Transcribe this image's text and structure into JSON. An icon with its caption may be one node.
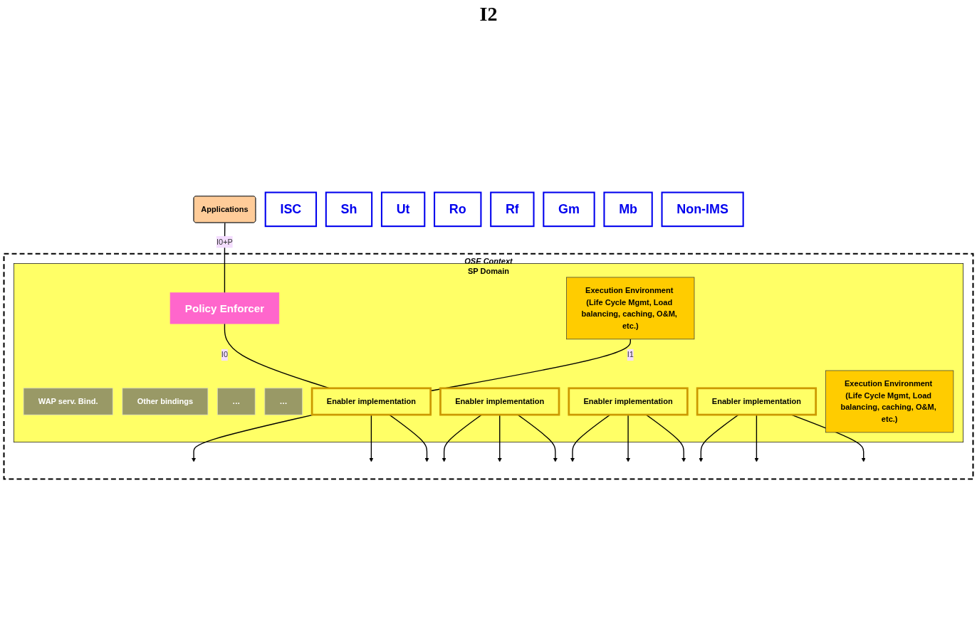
{
  "diagram": {
    "nodes": [
      {
        "text": [
          "Applications"
        ]
      },
      {
        "text": [
          "OSE Context"
        ]
      },
      {
        "text": [
          "SP Domain"
        ],
        "in": 1
      },
      {
        "text": [
          "Execution Environment (Life Cycle Mgmt, Load balancing, caching, O&M, etc.)"
        ],
        "in": 2
      },
      {
        "text": [
          "Policy Enforcer"
        ],
        "in": 2
      },
      {
        "text": [
          "WAP serv. Bind."
        ],
        "in": 2
      },
      {
        "text": [
          "Other bindings"
        ],
        "in": 2
      },
      {
        "text": [
          "…"
        ],
        "in": 2
      },
      {
        "text": [
          "…"
        ],
        "in": 2
      },
      {
        "text": [
          "Enabler implementation"
        ],
        "in": 2
      },
      {
        "text": [
          "Enabler implementation"
        ],
        "in": 2
      },
      {
        "text": [
          "Enabler implementation"
        ],
        "in": 2
      },
      {
        "text": [
          "Enabler implementation"
        ],
        "in": 2
      },
      {
        "text": [
          "Execution Environment (Life Cycle Mgmt, Load balancing, caching, O&M, etc.)"
        ],
        "in": 2
      },
      {
        "text": [
          "ISC"
        ]
      },
      {
        "text": [
          "Sh"
        ]
      },
      {
        "text": [
          "Ut"
        ]
      },
      {
        "text": [
          "Ro"
        ]
      },
      {
        "text": [
          "Rf"
        ]
      },
      {
        "text": [
          "Gm"
        ]
      },
      {
        "text": [
          "Mb"
        ]
      },
      {
        "text": [
          "Non-IMS"
        ]
      }
    ],
    "edges": [
      {
        "from": 0,
        "to": 4,
        "arrow": "none",
        "label": "I0+P"
      },
      {
        "from": 4,
        "to": 9,
        "arrow": "none",
        "label": "I0"
      },
      {
        "from": 3,
        "to": 9,
        "arrow": "none",
        "label": "I1"
      },
      {
        "from": 9,
        "to": null,
        "arrow": "to"
      },
      {
        "from": 9,
        "to": null,
        "arrow": "to"
      },
      {
        "from": 9,
        "to": null,
        "arrow": "to"
      },
      {
        "from": 10,
        "to": null,
        "arrow": "to"
      },
      {
        "from": 10,
        "to": null,
        "arrow": "to"
      },
      {
        "from": 10,
        "to": null,
        "arrow": "to"
      },
      {
        "from": 11,
        "to": null,
        "arrow": "to"
      },
      {
        "from": 11,
        "to": null,
        "arrow": "to"
      },
      {
        "from": 11,
        "to": null,
        "arrow": "to"
      },
      {
        "from": 12,
        "to": null,
        "arrow": "to"
      },
      {
        "from": 12,
        "to": null,
        "arrow": "to"
      },
      {
        "from": 12,
        "to": null,
        "arrow": "to"
      }
    ],
    "labels": [
      "I2"
    ]
  }
}
